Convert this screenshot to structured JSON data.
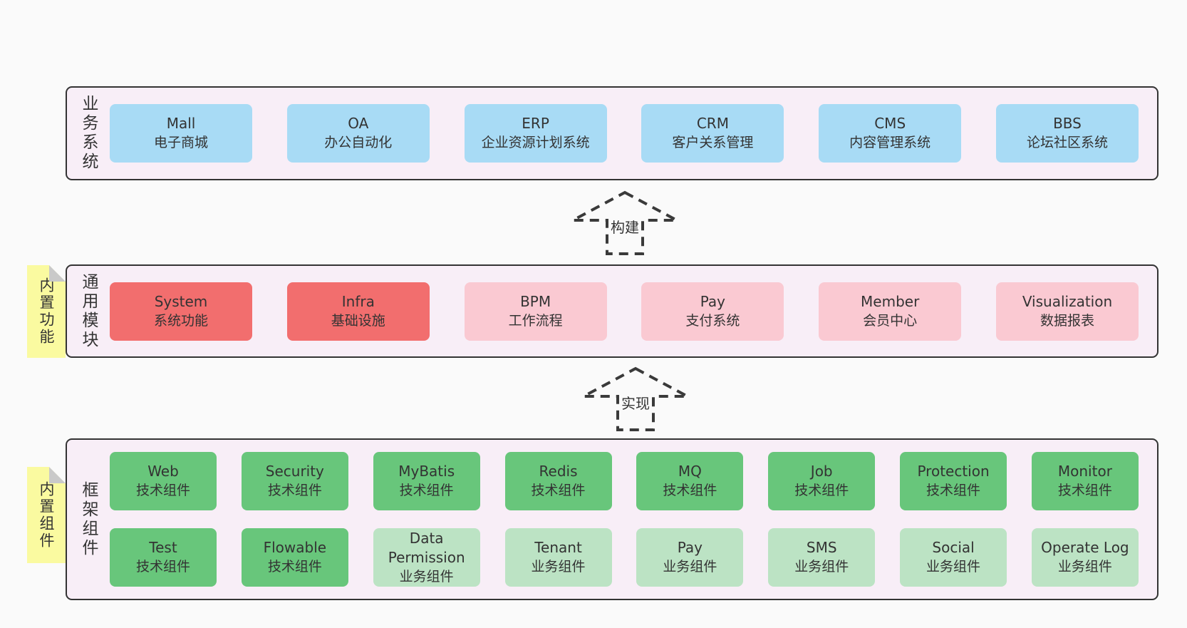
{
  "colors": {
    "page_bg": "#fafafa",
    "panel_bg": "#f8eef7",
    "panel_border": "#333333",
    "blue": "#a8dbf5",
    "red": "#f26e6e",
    "pink": "#fac9d2",
    "green": "#68c67b",
    "green_light": "#bce3c4",
    "note_bg": "#fafaa0",
    "note_fold": "#c9c9c9",
    "arrow_stroke": "#3a3a3a",
    "text": "#333333"
  },
  "arrows": [
    {
      "label": "构建"
    },
    {
      "label": "实现"
    }
  ],
  "layers": [
    {
      "label": "业务系统",
      "rows": [
        [
          {
            "en": "Mall",
            "zh": "电子商城"
          },
          {
            "en": "OA",
            "zh": "办公自动化"
          },
          {
            "en": "ERP",
            "zh": "企业资源计划系统"
          },
          {
            "en": "CRM",
            "zh": "客户关系管理"
          },
          {
            "en": "CMS",
            "zh": "内容管理系统"
          },
          {
            "en": "BBS",
            "zh": "论坛社区系统"
          }
        ]
      ]
    },
    {
      "label": "通用模块",
      "note": "内置功能",
      "rows": [
        [
          {
            "en": "System",
            "zh": "系统功能"
          },
          {
            "en": "Infra",
            "zh": "基础设施"
          },
          {
            "en": "BPM",
            "zh": "工作流程"
          },
          {
            "en": "Pay",
            "zh": "支付系统"
          },
          {
            "en": "Member",
            "zh": "会员中心"
          },
          {
            "en": "Visualization",
            "zh": "数据报表"
          }
        ]
      ]
    },
    {
      "label": "框架组件",
      "note": "内置组件",
      "rows": [
        [
          {
            "en": "Web",
            "zh": "技术组件"
          },
          {
            "en": "Security",
            "zh": "技术组件"
          },
          {
            "en": "MyBatis",
            "zh": "技术组件"
          },
          {
            "en": "Redis",
            "zh": "技术组件"
          },
          {
            "en": "MQ",
            "zh": "技术组件"
          },
          {
            "en": "Job",
            "zh": "技术组件"
          },
          {
            "en": "Protection",
            "zh": "技术组件"
          },
          {
            "en": "Monitor",
            "zh": "技术组件"
          }
        ],
        [
          {
            "en": "Test",
            "zh": "技术组件"
          },
          {
            "en": "Flowable",
            "zh": "技术组件"
          },
          {
            "en": "Data Permission",
            "zh": "业务组件"
          },
          {
            "en": "Tenant",
            "zh": "业务组件"
          },
          {
            "en": "Pay",
            "zh": "业务组件"
          },
          {
            "en": "SMS",
            "zh": "业务组件"
          },
          {
            "en": "Social",
            "zh": "业务组件"
          },
          {
            "en": "Operate Log",
            "zh": "业务组件"
          }
        ]
      ]
    }
  ]
}
